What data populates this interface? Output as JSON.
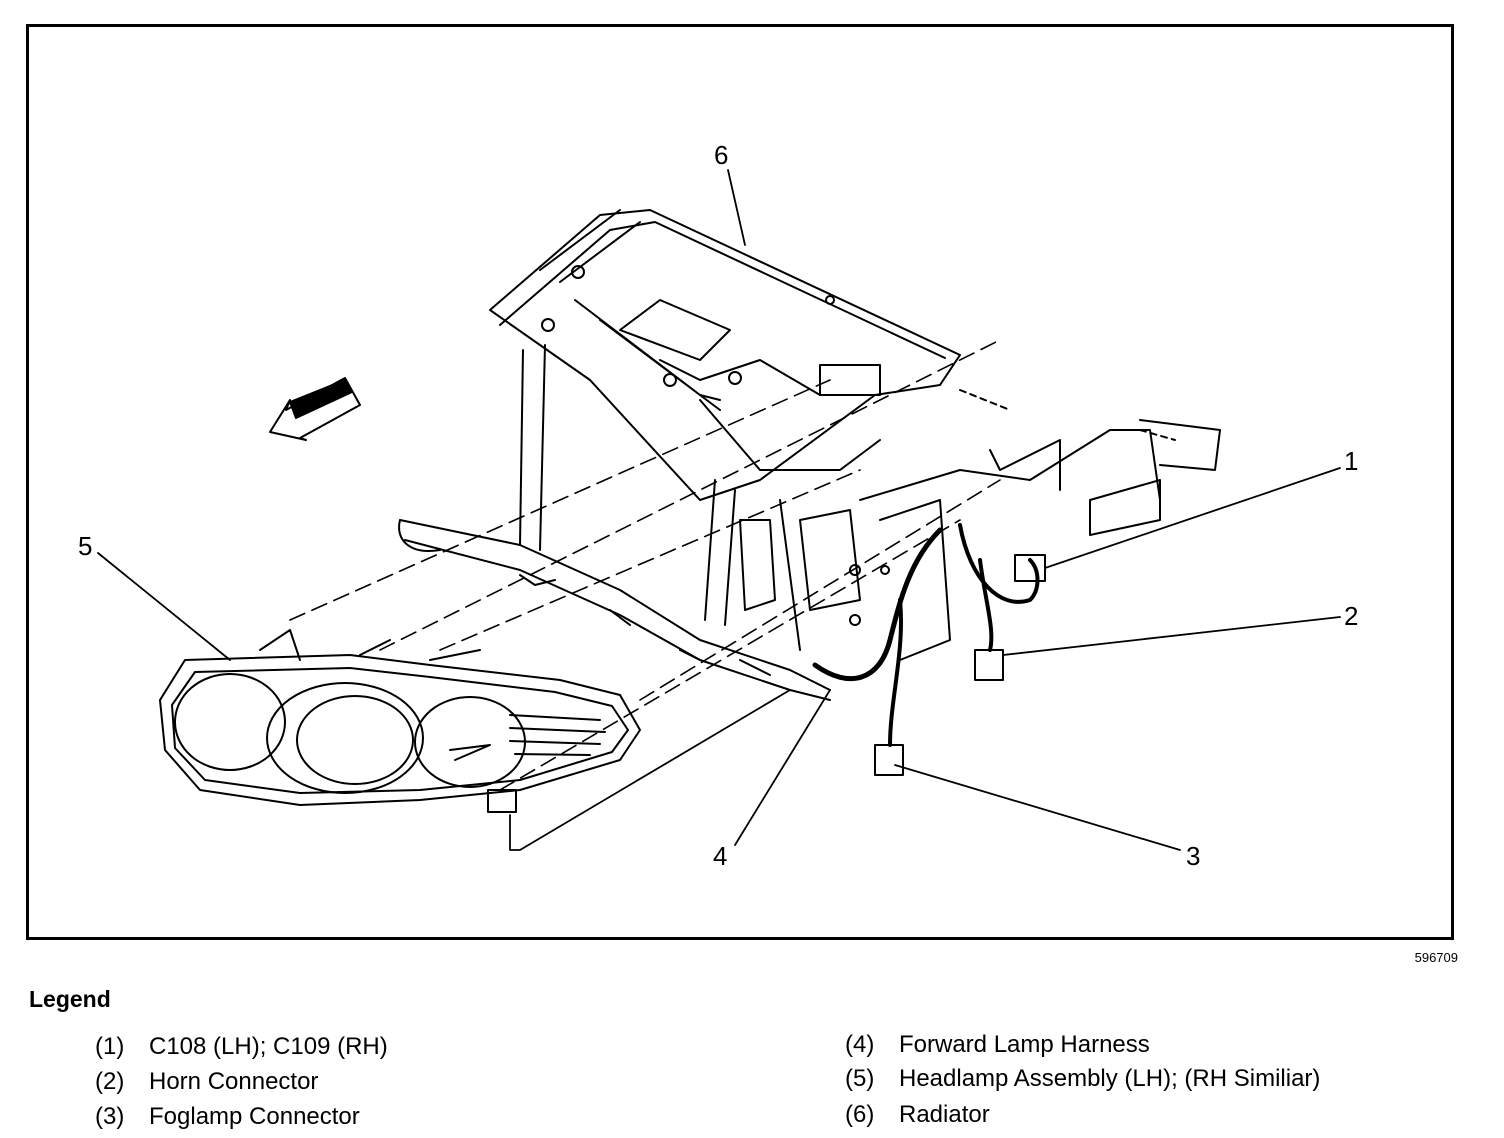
{
  "figure_id": "596709",
  "callouts": [
    "1",
    "2",
    "3",
    "4",
    "5",
    "6"
  ],
  "legend": {
    "title": "Legend",
    "items": [
      {
        "num": "(1)",
        "label": "C108 (LH); C109 (RH)"
      },
      {
        "num": "(2)",
        "label": "Horn Connector"
      },
      {
        "num": "(3)",
        "label": "Foglamp Connector"
      },
      {
        "num": "(4)",
        "label": "Forward Lamp Harness"
      },
      {
        "num": "(5)",
        "label": "Headlamp Assembly (LH); (RH Similiar)"
      },
      {
        "num": "(6)",
        "label": "Radiator"
      }
    ]
  },
  "colors": {
    "line": "#000000",
    "background": "#ffffff"
  },
  "icons": [
    "forward-direction-arrow-icon"
  ]
}
